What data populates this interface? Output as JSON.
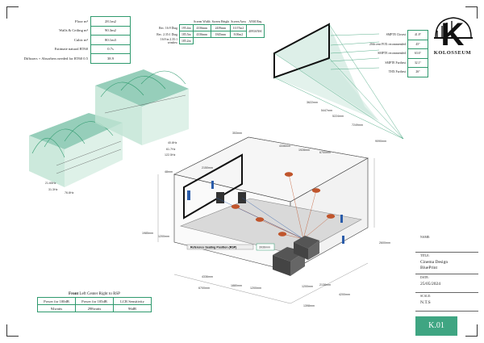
{
  "room_stats": [
    {
      "label": "Floor m²",
      "value": "28.1m2"
    },
    {
      "label": "Walls & Ceiling m²",
      "value": "90.3m2"
    },
    {
      "label": "Cubic m³",
      "value": "80.1m3"
    },
    {
      "label": "Estimate natural RT60",
      "value": "0.7s"
    },
    {
      "label": "Diffusers + Absorbers needed for RT60 0.5",
      "value": "38.9"
    }
  ],
  "screen_table": {
    "headers": [
      "Screen Width",
      "Screen Height",
      "Screen Area",
      "ANSI Req"
    ],
    "rows": [
      {
        "label": "Rec. 16:9 Diag",
        "cells": [
          "195.4in",
          "4336mm",
          "2439mm",
          "10.57m2"
        ],
        "ansi": "4093ANSI"
      },
      {
        "label": "Rec. 2.35:1 Diag",
        "cells": [
          "185.5in",
          "4336mm",
          "1845mm",
          "8.00m2"
        ]
      },
      {
        "label": "16:9 in 2.35:1 window",
        "cells": [
          "185.2in"
        ]
      }
    ]
  },
  "viewing_angles": [
    {
      "label": "SMPTE Closest",
      "value": "41.8°"
    },
    {
      "label": "20th cent FOX recommended",
      "value": "45°"
    },
    {
      "label": "SMPTE recommended",
      "value": "63.6°"
    },
    {
      "label": "SMPTE Furthest",
      "value": "32.1°"
    },
    {
      "label": "THX Furthest",
      "value": "26°"
    }
  ],
  "logo": {
    "name": "KOLOSSEUM",
    "letter": "K"
  },
  "front_table": {
    "caption_bold": "Front",
    "caption_rest": " Left Center Right to RSP",
    "headers": [
      "Power for 100dB",
      "Power for 105dB",
      "LCR Sensitivity"
    ],
    "values": [
      "94watts",
      "298watts",
      "96dB"
    ]
  },
  "title_block": {
    "name_label": "NAME:",
    "title_label": "TITLE:",
    "title_value1": "Cinema Design",
    "title_value2": "BluePrint",
    "date_label": "DATE:",
    "date_value": "25/05/2024",
    "scale_label": "SCALE:",
    "scale_value": "N.T.S",
    "sheet": "K.01"
  },
  "diagram_labels": {
    "rsp": "Reference Seating Position (RSP)",
    "rsp_dist": "3936mm",
    "d_top": "353mm",
    "d_front_top": "4336mm",
    "d_side_a": "1928mm",
    "d_side_b": "6700mm",
    "d_screen_w": "2150mm",
    "d_left": "48mm",
    "d_height_a": "1985mm",
    "d_height_b": "1200mm",
    "d_height_c": "2600mm",
    "d_depth_a": "4336mm",
    "d_depth_b": "6700mm",
    "d_bot_a": "1880mm",
    "d_bot_b": "1200mm",
    "d_bot_c": "1200mm",
    "d_bot_d": "2138mm",
    "d_bot_e": "1398mm",
    "d_bot_f": "4200mm",
    "d_proj_a": "3622mm",
    "d_proj_b": "5447mm",
    "d_proj_c": "5224mm",
    "d_proj_d": "7249mm",
    "d_proj_e": "9090mm",
    "ceiling_a": "21.65Hz",
    "ceiling_b": "31.3Hz",
    "ceiling_c": "76.8Hz",
    "ceiling_d": "40.8Hz",
    "ceiling_e": "61.7Hz",
    "ceiling_f": "122.5Hz"
  }
}
